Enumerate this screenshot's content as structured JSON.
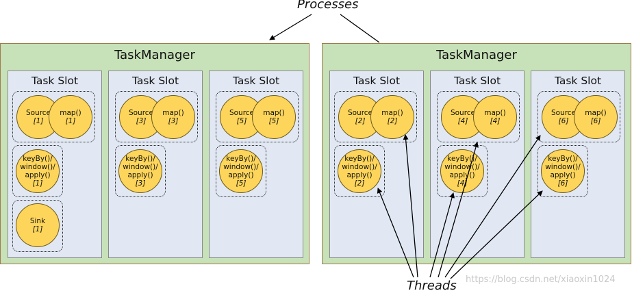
{
  "processes_label": "Processes",
  "threads_label": "Threads",
  "watermark": "https://blog.csdn.net/xiaoxin1024",
  "task_managers": [
    {
      "title": "TaskManager",
      "slots": [
        {
          "title": "Task Slot",
          "source": {
            "name": "Source",
            "idx": "[1]"
          },
          "map": {
            "name": "map()",
            "idx": "[1]"
          },
          "keyby": {
            "name": "keyBy()/ window()/ apply()",
            "idx": "[1]"
          },
          "sink": {
            "name": "Sink",
            "idx": "[1]"
          }
        },
        {
          "title": "Task Slot",
          "source": {
            "name": "Source",
            "idx": "[3]"
          },
          "map": {
            "name": "map()",
            "idx": "[3]"
          },
          "keyby": {
            "name": "keyBy()/ window()/ apply()",
            "idx": "[3]"
          }
        },
        {
          "title": "Task Slot",
          "source": {
            "name": "Source",
            "idx": "[5]"
          },
          "map": {
            "name": "map()",
            "idx": "[5]"
          },
          "keyby": {
            "name": "keyBy()/ window()/ apply()",
            "idx": "[5]"
          }
        }
      ]
    },
    {
      "title": "TaskManager",
      "slots": [
        {
          "title": "Task Slot",
          "source": {
            "name": "Source",
            "idx": "[2]"
          },
          "map": {
            "name": "map()",
            "idx": "[2]"
          },
          "keyby": {
            "name": "keyBy()/ window()/ apply()",
            "idx": "[2]"
          }
        },
        {
          "title": "Task Slot",
          "source": {
            "name": "Source",
            "idx": "[4]"
          },
          "map": {
            "name": "map()",
            "idx": "[4]"
          },
          "keyby": {
            "name": "keyBy()/ window()/ apply()",
            "idx": "[4]"
          }
        },
        {
          "title": "Task Slot",
          "source": {
            "name": "Source",
            "idx": "[6]"
          },
          "map": {
            "name": "map()",
            "idx": "[6]"
          },
          "keyby": {
            "name": "keyBy()/ window()/ apply()",
            "idx": "[6]"
          }
        }
      ]
    }
  ]
}
